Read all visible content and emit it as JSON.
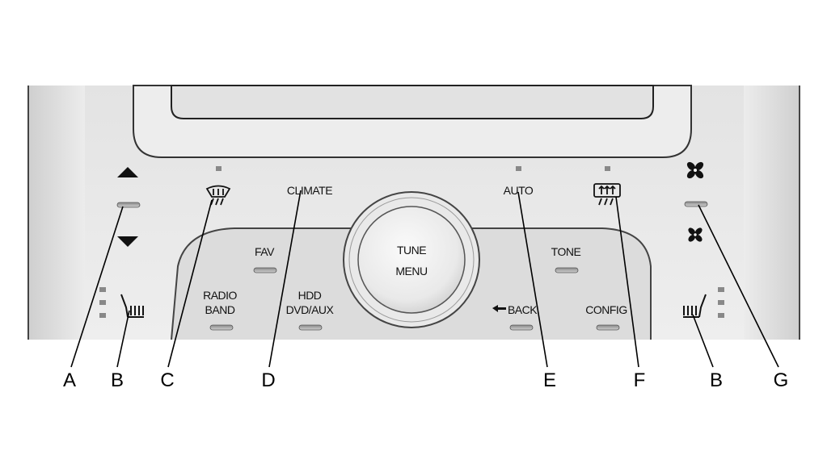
{
  "labels": {
    "climate": "CLIMATE",
    "auto": "AUTO",
    "fav": "FAV",
    "tone": "TONE",
    "radio_line1": "RADIO",
    "radio_line2": "BAND",
    "hdd_line1": "HDD",
    "hdd_line2": "DVD/AUX",
    "back": "BACK",
    "config": "CONFIG",
    "tune": "TUNE",
    "menu": "MENU"
  },
  "callouts": [
    "A",
    "B",
    "C",
    "D",
    "E",
    "F",
    "B",
    "G"
  ],
  "icons": {
    "temp_up": "triangle-up-icon",
    "temp_down": "triangle-down-icon",
    "seat_heat": "heated-seat-icon",
    "front_defrost": "front-defrost-icon",
    "rear_defrost": "rear-defrost-icon",
    "fan": "fan-icon",
    "back_arrow": "arrow-left-icon"
  }
}
